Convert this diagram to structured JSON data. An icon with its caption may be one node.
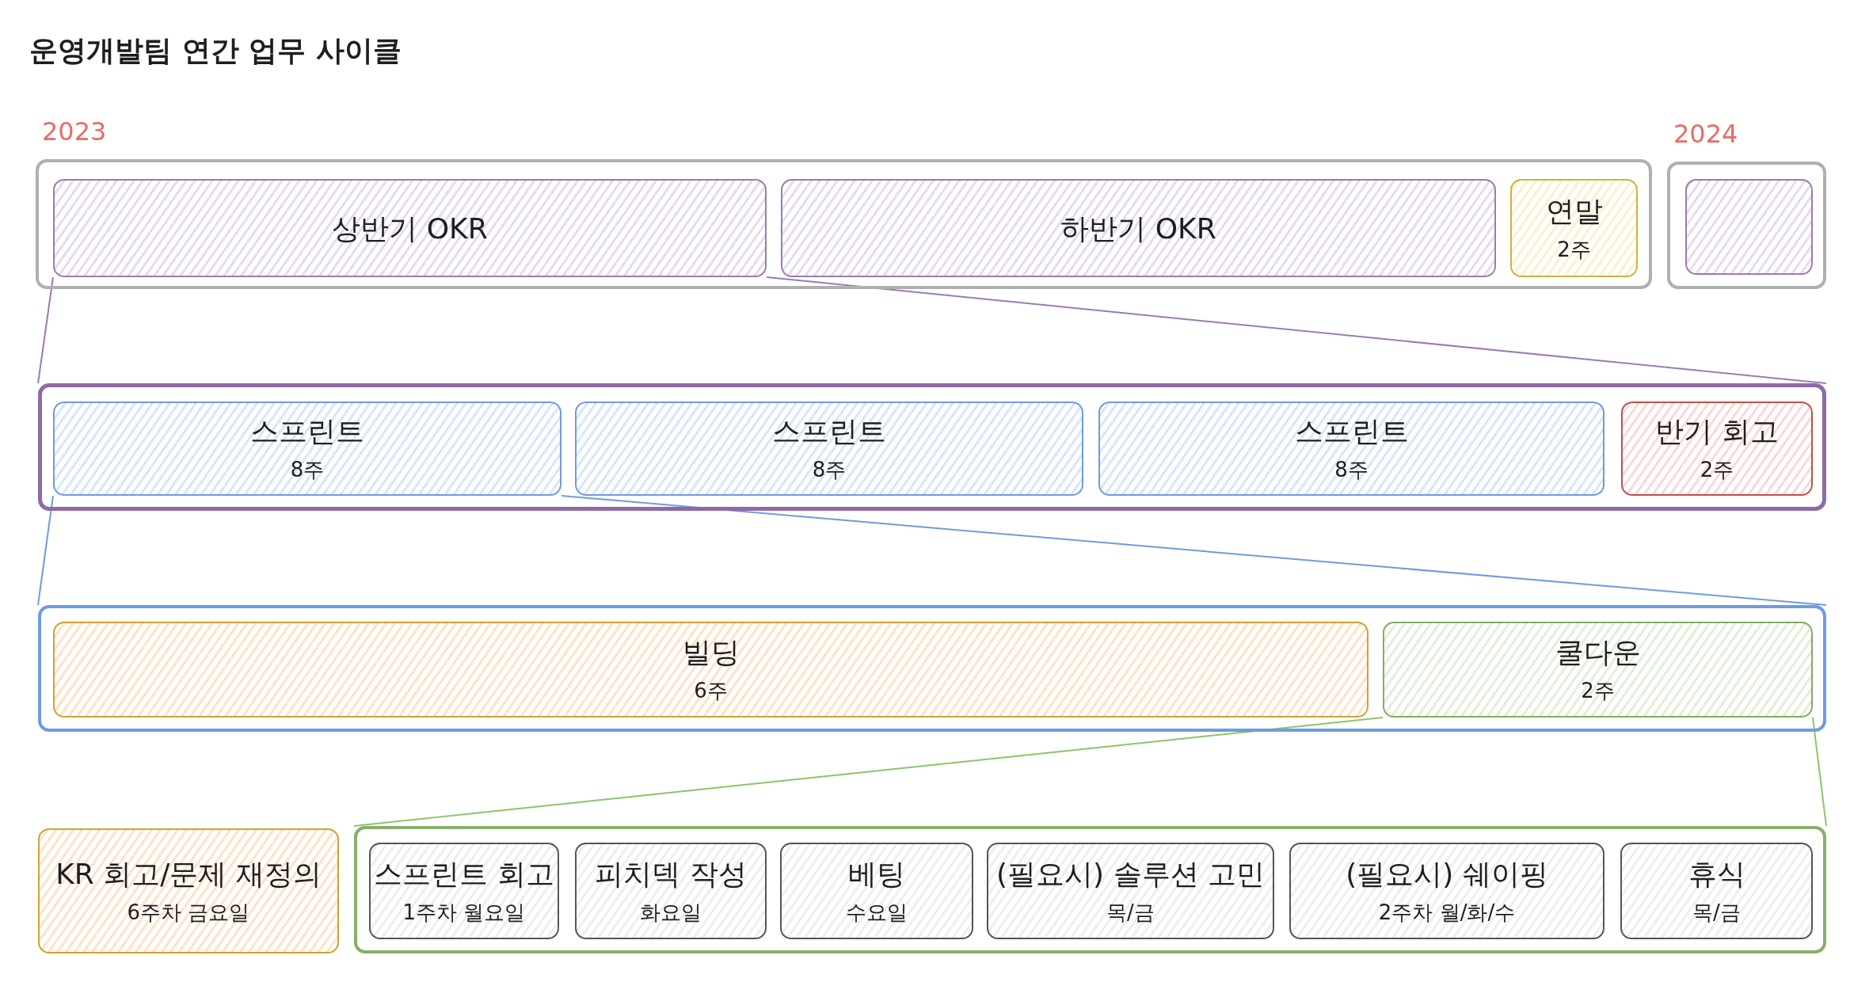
{
  "diagram": {
    "title": "운영개발팀 연간 업무 사이클",
    "nodes": [
      {
        "text": [
          "2023"
        ]
      },
      {
        "text": [
          "상반기 OKR"
        ],
        "in": 0
      },
      {
        "text": [
          "하반기 OKR"
        ],
        "in": 0
      },
      {
        "text": [
          "연말",
          "2주"
        ],
        "in": 0
      },
      {
        "text": [
          "2024"
        ]
      },
      {
        "text": [],
        "shape": "box",
        "in": 4
      },
      {
        "text": [],
        "shape": "box"
      },
      {
        "text": [
          "스프린트",
          "8주"
        ],
        "in": 6
      },
      {
        "text": [
          "스프린트",
          "8주"
        ],
        "in": 6
      },
      {
        "text": [
          "스프린트",
          "8주"
        ],
        "in": 6
      },
      {
        "text": [
          "반기 회고",
          "2주"
        ],
        "in": 6
      },
      {
        "text": [],
        "shape": "box"
      },
      {
        "text": [
          "빌딩",
          "6주"
        ],
        "in": 11
      },
      {
        "text": [
          "쿨다운",
          "2주"
        ],
        "in": 11
      },
      {
        "text": [
          "KR 회고/문제 재정의",
          "6주차 금요일"
        ]
      },
      {
        "text": [],
        "shape": "box"
      },
      {
        "text": [
          "스프린트 회고",
          "1주차 월요일"
        ],
        "in": 15
      },
      {
        "text": [
          "피치덱 작성",
          "화요일"
        ],
        "in": 15
      },
      {
        "text": [
          "베팅",
          "수요일"
        ],
        "in": 15
      },
      {
        "text": [
          "(필요시) 솔루션 고민",
          "목/금"
        ],
        "in": 15
      },
      {
        "text": [
          "(필요시) 쉐이핑",
          "2주차 월/화/수"
        ],
        "in": 15
      },
      {
        "text": [
          "휴식",
          "목/금"
        ],
        "in": 15
      }
    ],
    "edges": [
      {
        "from": 1,
        "to": 6,
        "arrow": "none",
        "color": "#9c7bb0"
      },
      {
        "from": 1,
        "to": 6,
        "arrow": "none",
        "color": "#9c7bb0"
      },
      {
        "from": 7,
        "to": 11,
        "arrow": "none",
        "color": "#6f9be0"
      },
      {
        "from": 7,
        "to": 11,
        "arrow": "none",
        "color": "#6f9be0"
      },
      {
        "from": 13,
        "to": 15,
        "arrow": "none",
        "color": "#8fc46a"
      },
      {
        "from": 13,
        "to": 15,
        "arrow": "none",
        "color": "#8fc46a"
      }
    ]
  }
}
